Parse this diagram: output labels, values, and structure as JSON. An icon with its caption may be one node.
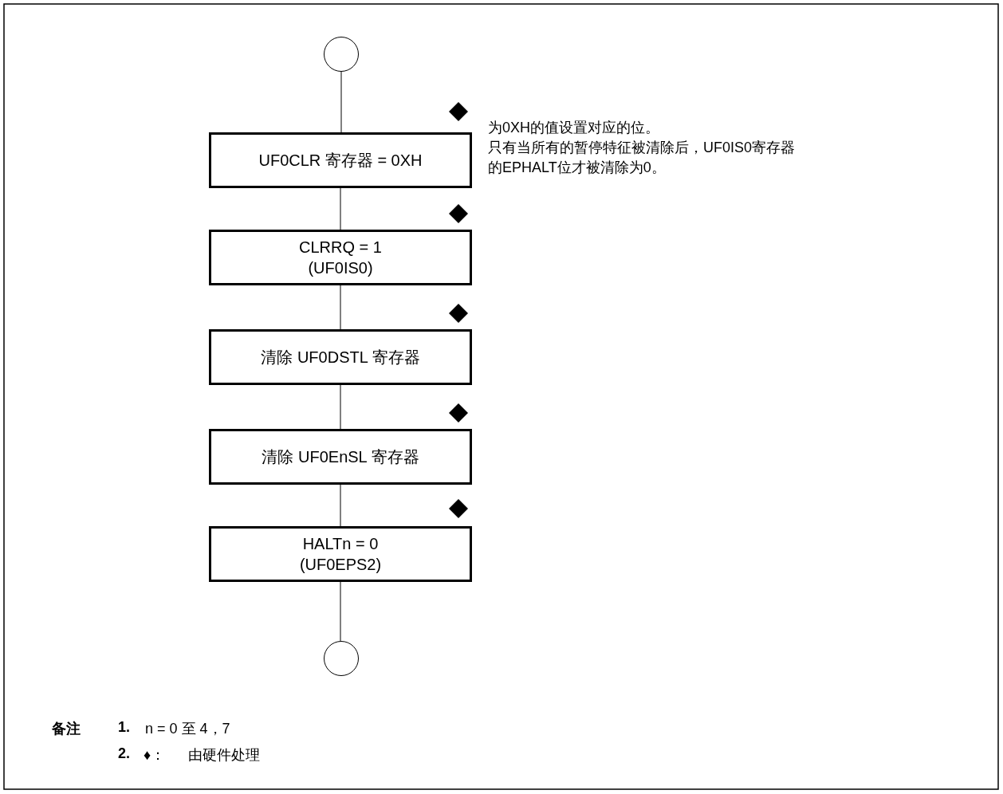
{
  "diagram": {
    "nodes": [
      {
        "text": [],
        "shape": "circle"
      },
      {
        "text": [
          "UF0CLR 寄存器 = 0XH"
        ],
        "beside": [
          "为0XH的值设置对应的位。",
          "只有当所有的暂停特征被清除后，UF0IS0寄存器的EPHALT位才被清除为0。"
        ]
      },
      {
        "text": [
          "CLRRQ = 1",
          "(UF0IS0)"
        ]
      },
      {
        "text": [
          "清除 UF0DSTL 寄存器"
        ]
      },
      {
        "text": [
          "清除 UF0EnSL 寄存器"
        ]
      },
      {
        "text": [
          "HALTn = 0",
          "(UF0EPS2)"
        ]
      },
      {
        "text": [],
        "shape": "circle"
      }
    ],
    "edges": [
      {
        "from": 0,
        "to": 1,
        "arrow": "none"
      },
      {
        "from": 1,
        "to": 2,
        "arrow": "none"
      },
      {
        "from": 2,
        "to": 3,
        "arrow": "none"
      },
      {
        "from": 3,
        "to": 4,
        "arrow": "none"
      },
      {
        "from": 4,
        "to": 5,
        "arrow": "none"
      },
      {
        "from": 5,
        "to": 6,
        "arrow": "none"
      }
    ],
    "labels": [
      "备注",
      "1.",
      "n = 0 至 4，7",
      "2.",
      "♦：",
      "由硬件处理"
    ]
  }
}
